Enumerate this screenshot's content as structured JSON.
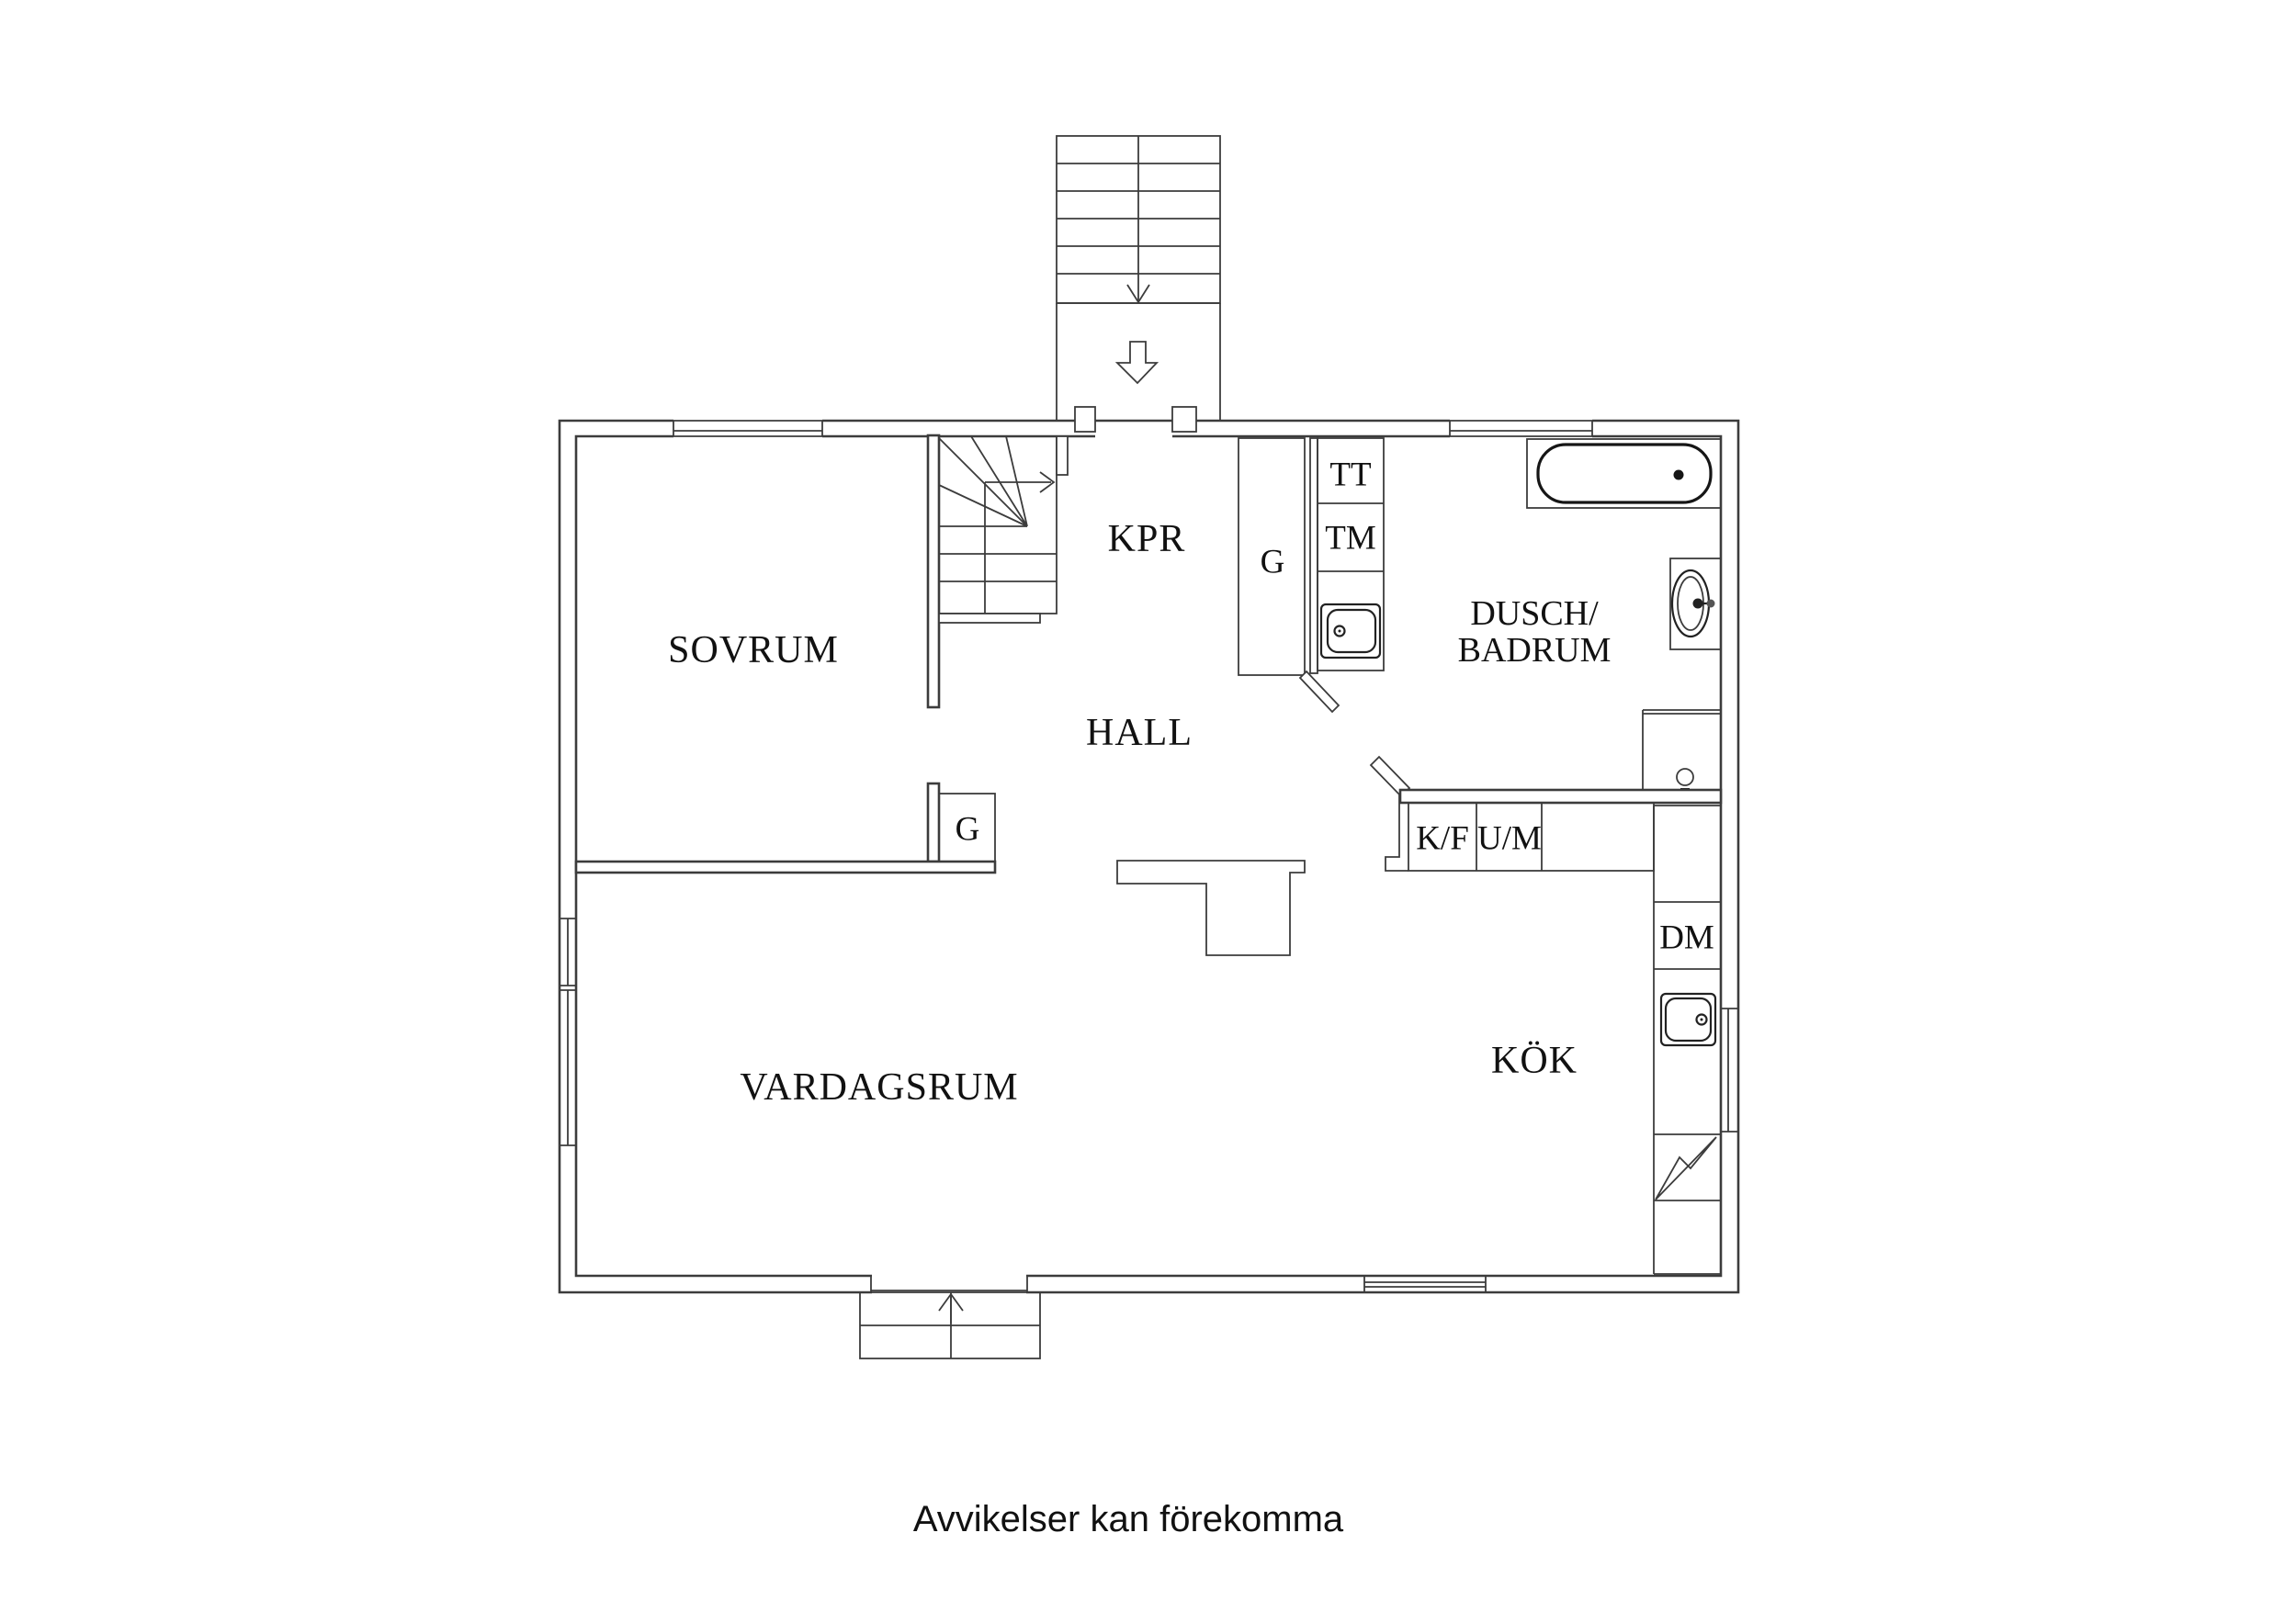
{
  "page": {
    "background": "#ffffff",
    "line_color": "#3c3c3c",
    "fixture_color": "#222222",
    "text_color": "#111111"
  },
  "rooms": {
    "sovrum": {
      "label": "SOVRUM"
    },
    "kpr": {
      "label": "KPR"
    },
    "hall": {
      "label": "HALL"
    },
    "dusch_badrum": {
      "line1": "DUSCH/",
      "line2": "BADRUM"
    },
    "vardagsrum": {
      "label": "VARDAGSRUM"
    },
    "kok": {
      "label": "KÖK"
    }
  },
  "closets": {
    "hall_g": "G",
    "wardrobe_g": "G"
  },
  "appliances": {
    "tt": "TT",
    "tm": "TM",
    "kf": "K/F",
    "um": "U/M",
    "dm": "DM"
  },
  "icons": {
    "bathtub": "bathtub-icon",
    "washbasin": "washbasin-icon",
    "toilet": "toilet-icon",
    "laundry_sink": "laundry-sink-icon",
    "kitchen_sink": "kitchen-sink-icon",
    "stove": "stove-lightning-icon",
    "stair_down_arrow": "stair-down-arrow-icon",
    "entry_up_arrow": "entry-up-arrow-icon",
    "stair_walkline_arrow": "stair-walkline-arrow-icon"
  },
  "disclaimer": {
    "text": "Avvikelser kan förekomma"
  }
}
